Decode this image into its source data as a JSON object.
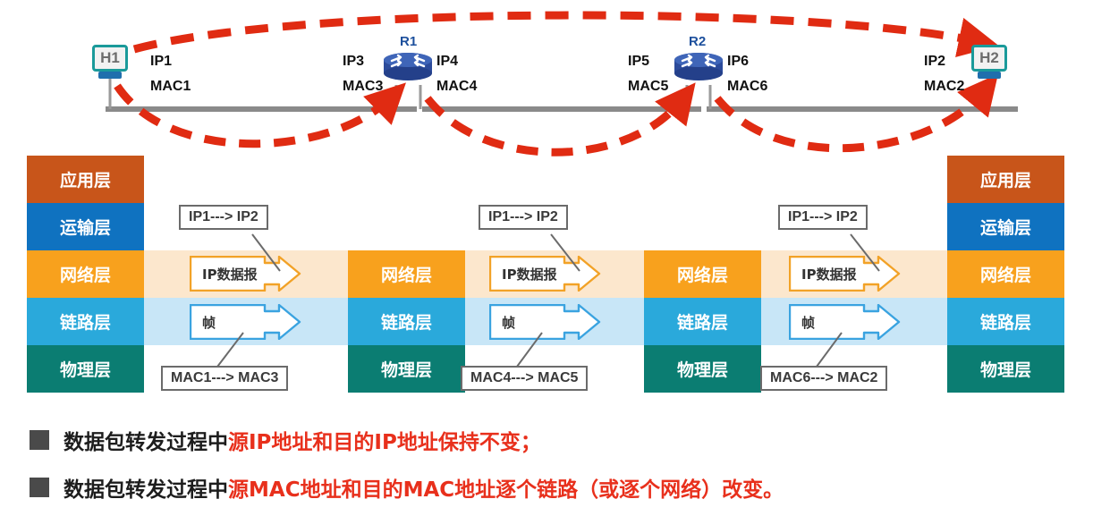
{
  "topology": {
    "hosts": [
      {
        "id": "host-h1",
        "label": "H1",
        "ip": "IP1",
        "mac": "MAC1"
      },
      {
        "id": "host-h2",
        "label": "H2",
        "ip": "IP2",
        "mac": "MAC2"
      }
    ],
    "routers": [
      {
        "id": "router-r1",
        "label": "R1",
        "left_ip": "IP3",
        "left_mac": "MAC3",
        "right_ip": "IP4",
        "right_mac": "MAC4"
      },
      {
        "id": "router-r2",
        "label": "R2",
        "left_ip": "IP5",
        "left_mac": "MAC5",
        "right_ip": "IP6",
        "right_mac": "MAC6"
      }
    ]
  },
  "layers": {
    "application": "应用层",
    "transport": "运输层",
    "network": "网络层",
    "link": "链路层",
    "physical": "物理层"
  },
  "packets": {
    "ip_datagram": "IP数据报",
    "frame": "帧"
  },
  "callouts": {
    "ip_1": "IP1---> IP2",
    "ip_2": "IP1---> IP2",
    "ip_3": "IP1---> IP2",
    "mac_1": "MAC1---> MAC3",
    "mac_2": "MAC4---> MAC5",
    "mac_3": "MAC6---> MAC2"
  },
  "notes": [
    {
      "plain": "数据包转发过程中",
      "highlight": "源IP地址和目的IP地址保持不变；"
    },
    {
      "plain": "数据包转发过程中",
      "highlight": "源MAC地址和目的MAC地址逐个链路（或逐个网络）改变。"
    }
  ],
  "colors": {
    "application": "#c8551a",
    "transport": "#0f72c0",
    "network": "#f8a11d",
    "link": "#2aa9db",
    "physical": "#0b7d72",
    "flow_arrow": "#e02b12",
    "highlight_text": "#e8301c",
    "host_border": "#1a9a9a",
    "router_body": "#2c4b9b"
  }
}
